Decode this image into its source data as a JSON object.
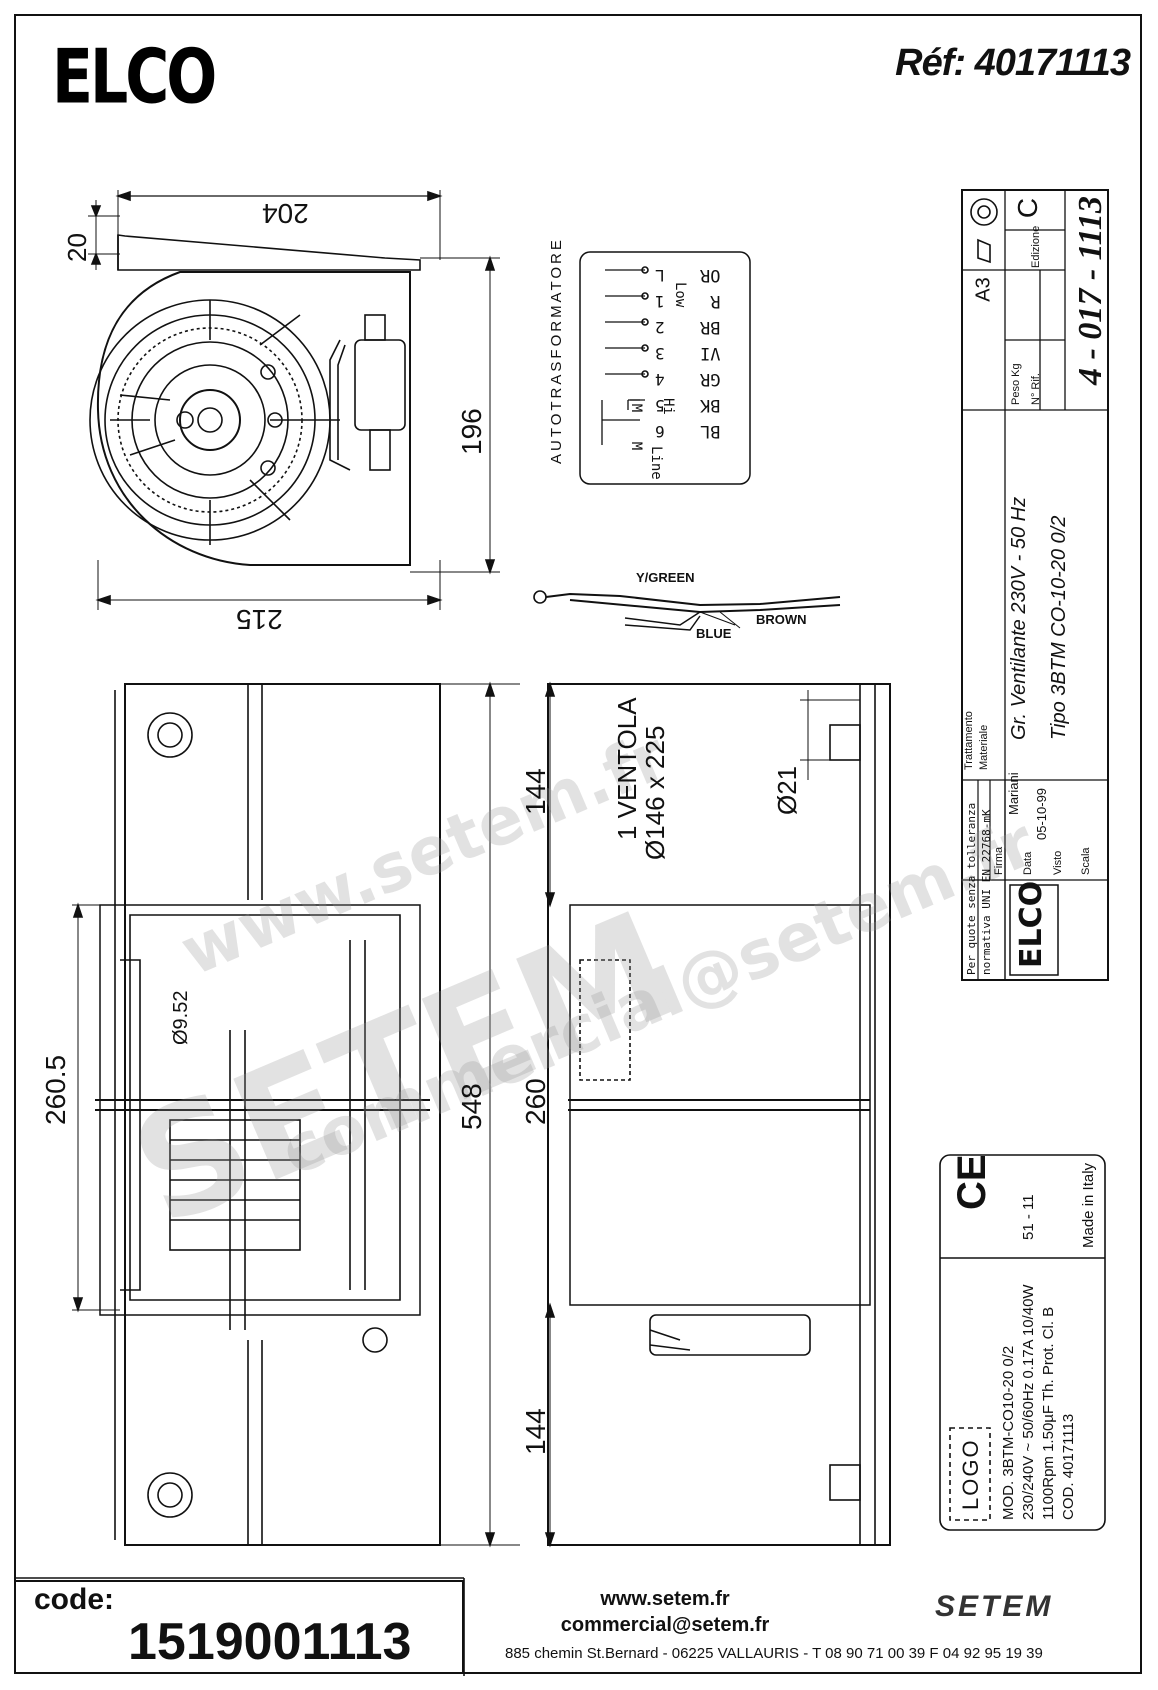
{
  "header": {
    "brand_logo": "ELCO",
    "reference": "Réf: 40171113"
  },
  "dimensions": {
    "top_width": "204",
    "top_offset": "20",
    "side_height": "196",
    "bottom_width": "215",
    "seg_144_top": "144",
    "seg_144_bottom": "144",
    "seg_260": "260",
    "seg_260_5": "260.5",
    "total_548": "548",
    "shaft_dia": "Ø9.52",
    "outlet_dia": "Ø21",
    "ventola_line1": "1 VENTOLA",
    "ventola_line2": "Ø146 x 225"
  },
  "autotransformer": {
    "title": "AUTOTRASFORMATORE",
    "line_label": "Line",
    "col_labels": [
      "L",
      "1",
      "2",
      "3",
      "4",
      "5",
      "6"
    ],
    "extra_labels": [
      "M",
      "M",
      "Hi",
      "Low"
    ],
    "color_codes": [
      "BL",
      "BK",
      "GR",
      "VI",
      "BR",
      "R",
      "OR"
    ]
  },
  "wires": {
    "ground": "Y/GREEN",
    "blue": "BLUE",
    "brown": "BROWN"
  },
  "title_block": {
    "format": "A3",
    "edition_label": "Edizione",
    "edition": "C",
    "drawing_number": "4 - 017 - 1113",
    "peso_label": "Peso Kg",
    "nrif_label": "N° Rif.",
    "description": "Gr. Ventilante  230V - 50 Hz",
    "type": "Tipo  3BTM CO-10-20 0/2",
    "trattamento_label": "Trattamento",
    "materiale_label": "Materiale",
    "firma_label": "Firma",
    "firma": "Mariani",
    "data_label": "Data",
    "data": "05-10-99",
    "visto_label": "Visto",
    "scala_label": "Scala",
    "tolerance_note_1": "Per quote senza tolleranza",
    "tolerance_note_2": "normativa UNI EN 22768-mK",
    "logo": "ELCO"
  },
  "nameplate": {
    "ce": "CE",
    "code_51": "51 - 11",
    "made_in": "Made in Italy",
    "logo_box": "LOGO",
    "line1": "MOD. 3BTM-CO10-20 0/2",
    "line2": "230/240V ~ 50/60Hz  0.17A  10/40W",
    "line3": "1100Rpm  1.50µF  Th. Prot.  Cl. B",
    "line4": "COD. 40171113"
  },
  "footer": {
    "code_label": "code:",
    "code_value": "1519001113",
    "website": "www.setem.fr",
    "email": "commercial@setem.fr",
    "address": "885 chemin St.Bernard  -  06225 VALLAURIS  -  T 08 90 71 00 39   F 04 92 95 19 39",
    "setem_logo": "SETEM"
  },
  "watermark": {
    "site": "www.setem.fr",
    "brand": "SETEM",
    "mail": "commercial@setem.fr"
  }
}
